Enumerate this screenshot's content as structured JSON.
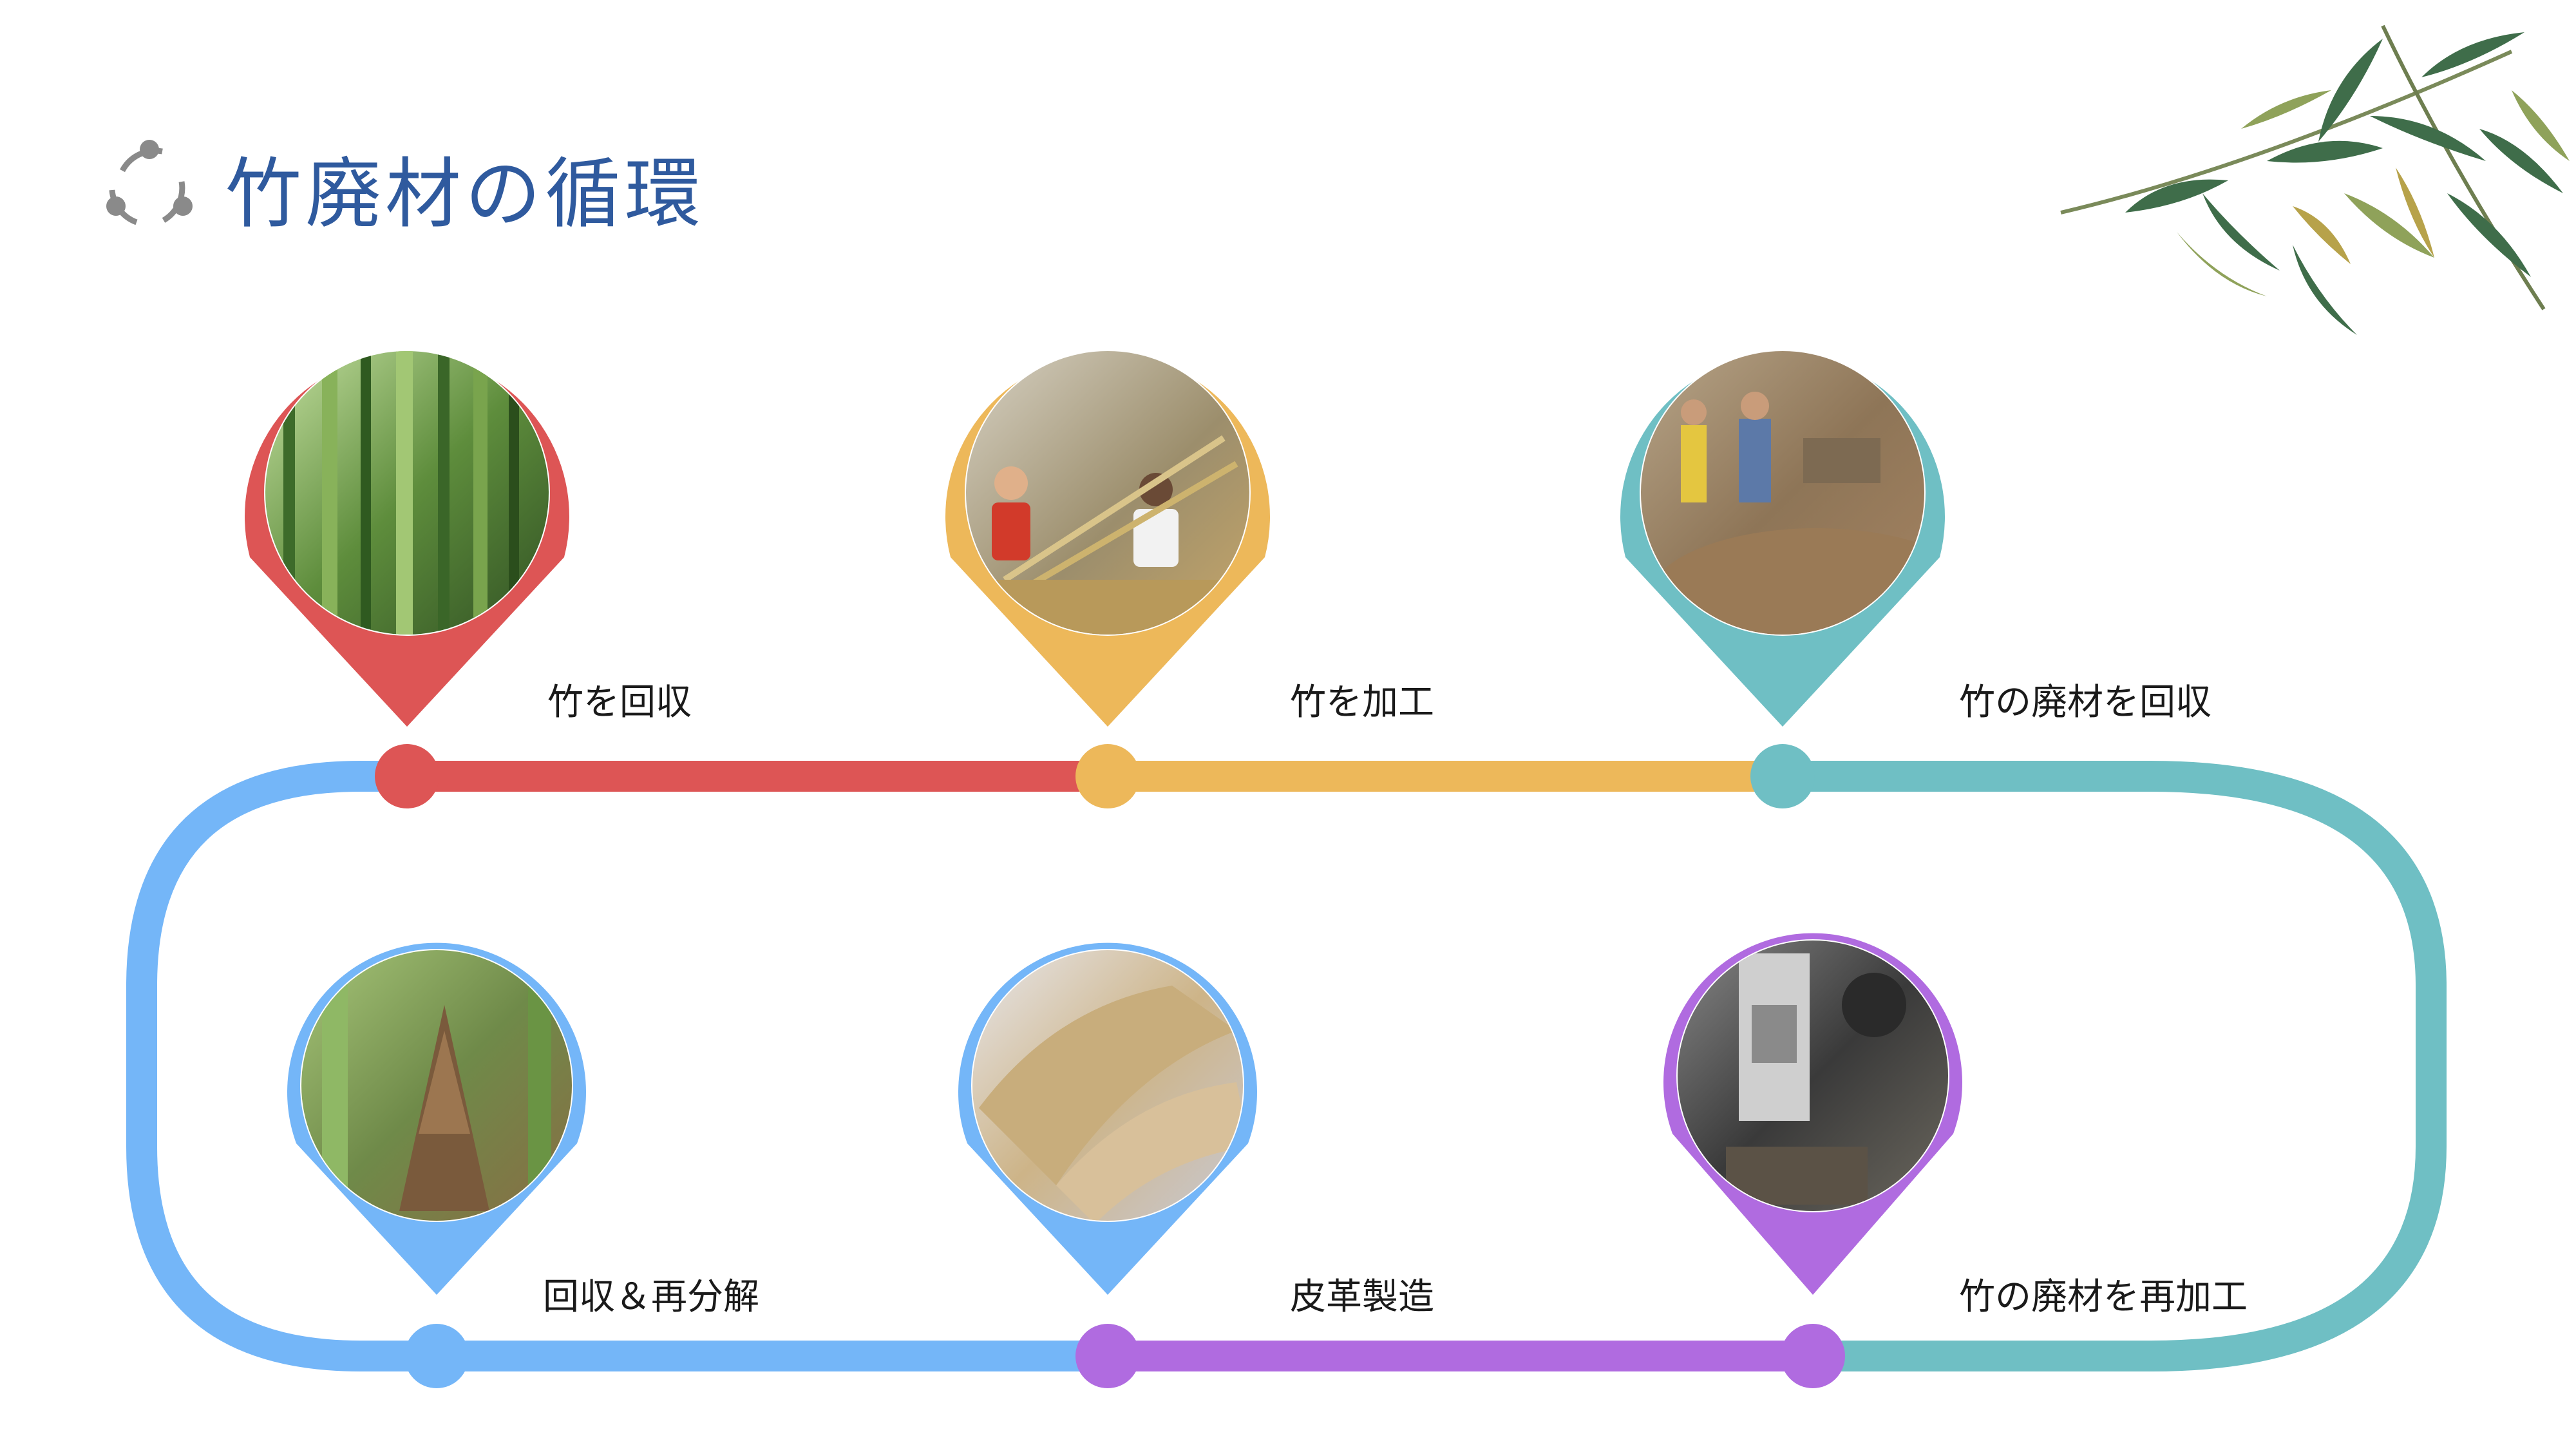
{
  "title": "竹廃材の循環",
  "colors": {
    "red": "#dd5555",
    "yellow": "#edb85a",
    "teal": "#6fbfc4",
    "blue": "#74b6f8",
    "purple": "#b06be0",
    "title": "#2f5a9e"
  },
  "steps": [
    {
      "label": "竹を回収",
      "color": "red",
      "photo": "bamboo-forest"
    },
    {
      "label": "竹を加工",
      "color": "yellow",
      "photo": "bamboo-processing"
    },
    {
      "label": "竹の廃材を回収",
      "color": "teal",
      "photo": "waste-collection"
    },
    {
      "label": "竹の廃材を再加工",
      "color": "purple",
      "photo": "reprocessing-machine"
    },
    {
      "label": "皮革製造",
      "color": "blue",
      "photo": "leather-fabric"
    },
    {
      "label": "回収＆再分解",
      "color": "blue",
      "photo": "bamboo-shoot"
    }
  ]
}
